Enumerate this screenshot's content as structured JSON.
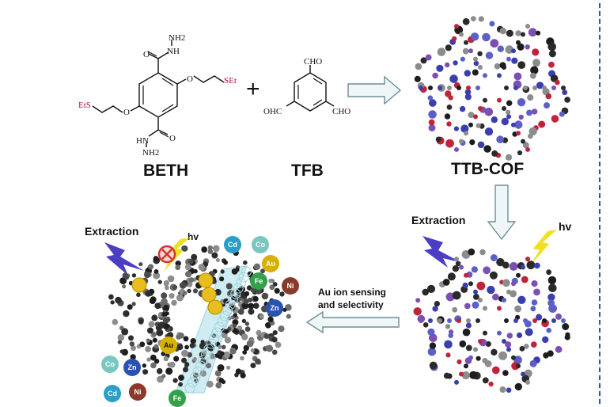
{
  "monomers": {
    "beth": {
      "name": "BETH",
      "groups": {
        "nh2_top": "NH2",
        "nh_top": "NH",
        "o_top": "O",
        "set_right": "SEt",
        "ets_left": "EtS",
        "hn_bottom": "HN",
        "nh2_bottom": "NH2",
        "o_bottom": "O"
      }
    },
    "tfb": {
      "name": "TFB",
      "groups": {
        "cho_top": "CHO",
        "ohc_left": "OHC",
        "cho_right": "CHO"
      }
    },
    "plus": "+"
  },
  "product": {
    "name": "TTB-COF"
  },
  "steps": {
    "extraction_right": "Extraction",
    "hv_right": "hv",
    "extraction_left": "Extraction",
    "hv_left": "hv",
    "sensing_line1": "Au ion sensing",
    "sensing_line2": "and selectivity"
  },
  "ions": {
    "right_group": [
      "Cd",
      "Co",
      "Au",
      "Fe",
      "Ni",
      "Zn"
    ],
    "left_group": [
      "Co",
      "Zn",
      "Cd",
      "Ni",
      "Fe"
    ],
    "trapped": "Au"
  },
  "colors": {
    "cd": "#2a9fc8",
    "co": "#79c7c0",
    "au": "#d9b000",
    "fe": "#33a04a",
    "ni": "#8a3a2a",
    "zn": "#2a52b4",
    "divider": "#1f5fa8",
    "arrow_fill": "#eef6f8",
    "arrow_stroke": "#6d8e96"
  }
}
